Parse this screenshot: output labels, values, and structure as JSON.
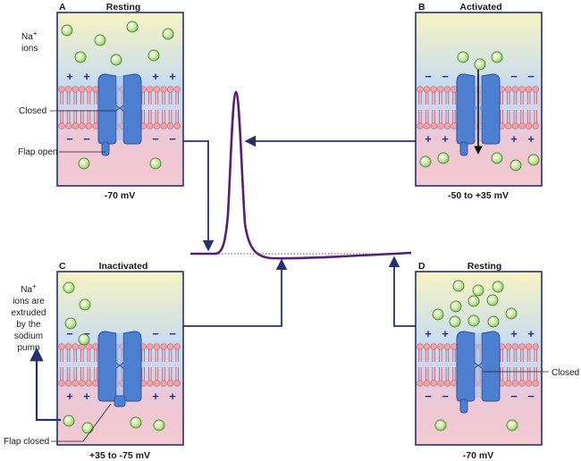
{
  "colors": {
    "frame": "#27306f",
    "channel": "#4d7fd0",
    "channel_edge": "#2a4f96",
    "lipid_head": "#f2a2a9",
    "lipid_tail": "#c96f79",
    "ion_fill": "#b3dd86",
    "ion_edge": "#4b8a2b",
    "charge": "#2b2f8e",
    "arrow": "#27306f",
    "trace": "#5a1c78",
    "baseline": "#555555"
  },
  "panels": {
    "a": {
      "letter": "A",
      "title": "Resting",
      "voltage": "-70 mV"
    },
    "b": {
      "letter": "B",
      "title": "Activated",
      "voltage": "-50 to +35 mV"
    },
    "c": {
      "letter": "C",
      "title": "Inactivated",
      "voltage": "+35 to -75 mV"
    },
    "d": {
      "letter": "D",
      "title": "Resting",
      "voltage": "-70 mV"
    }
  },
  "labels": {
    "na_ions_line1": "Na",
    "na_ions_sup": "+",
    "na_ions_line2": "ions",
    "closed_a": "Closed",
    "flap_open": "Flap open",
    "closed_d": "Closed",
    "flap_closed": "Flap closed",
    "pump_line1": "Na",
    "pump_sup": "+",
    "pump_line2": "ions are",
    "pump_line3": "extruded",
    "pump_line4": "by the",
    "pump_line5": "sodium",
    "pump_line6": "pump"
  },
  "charge_symbols": {
    "plus": "+",
    "minus": "−"
  },
  "icons": [
    "sodium-ion-icon",
    "sodium-channel-icon",
    "lipid-bilayer-icon",
    "flow-arrow-icon"
  ]
}
